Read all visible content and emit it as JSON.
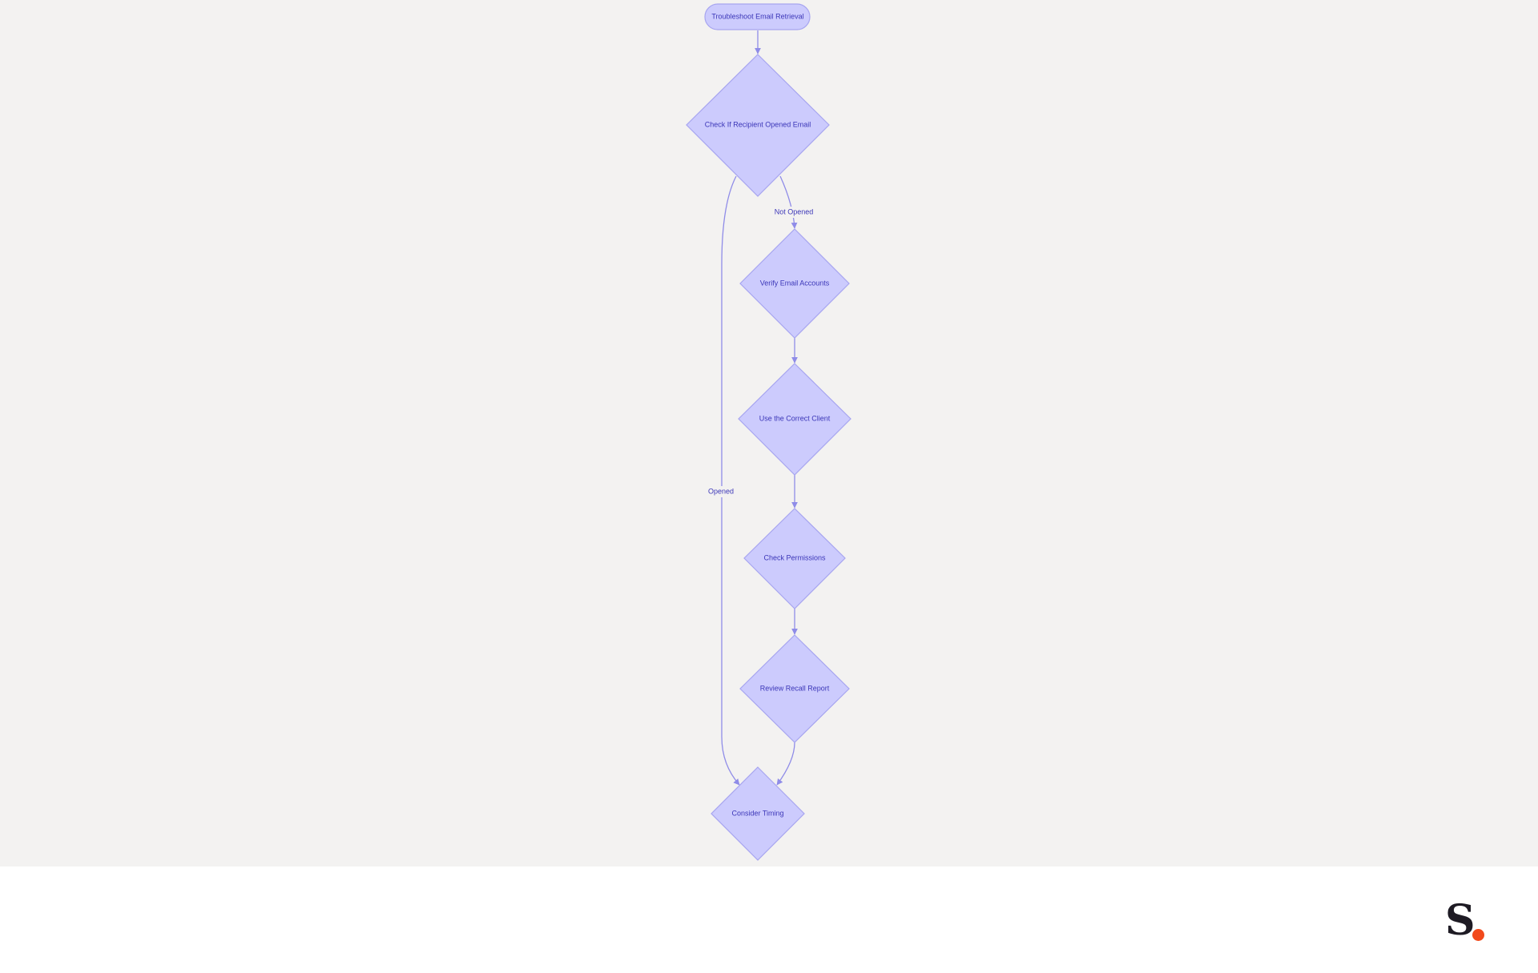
{
  "diagram": {
    "nodes": {
      "start": {
        "label": "Troubleshoot Email Retrieval",
        "shape": "stadium"
      },
      "check_opened": {
        "label": "Check If Recipient Opened Email",
        "shape": "diamond"
      },
      "verify_accounts": {
        "label": "Verify Email Accounts",
        "shape": "diamond"
      },
      "correct_client": {
        "label": "Use the Correct Client",
        "shape": "diamond"
      },
      "check_permissions": {
        "label": "Check Permissions",
        "shape": "diamond"
      },
      "review_report": {
        "label": "Review Recall Report",
        "shape": "diamond"
      },
      "consider_timing": {
        "label": "Consider Timing",
        "shape": "diamond"
      }
    },
    "edges": [
      {
        "from": "start",
        "to": "check_opened",
        "label": ""
      },
      {
        "from": "check_opened",
        "to": "verify_accounts",
        "label": "Not Opened"
      },
      {
        "from": "check_opened",
        "to": "consider_timing",
        "label": "Opened"
      },
      {
        "from": "verify_accounts",
        "to": "correct_client",
        "label": ""
      },
      {
        "from": "correct_client",
        "to": "check_permissions",
        "label": ""
      },
      {
        "from": "check_permissions",
        "to": "review_report",
        "label": ""
      },
      {
        "from": "review_report",
        "to": "consider_timing",
        "label": ""
      }
    ],
    "colors": {
      "node_fill": "#cccbfd",
      "node_stroke": "#a7a5f0",
      "edge": "#8f8ce8",
      "text": "#3b36b8",
      "canvas_background": "#f3f2f1"
    }
  },
  "logo": {
    "text": "S.",
    "dot_color": "#f24a1c"
  }
}
